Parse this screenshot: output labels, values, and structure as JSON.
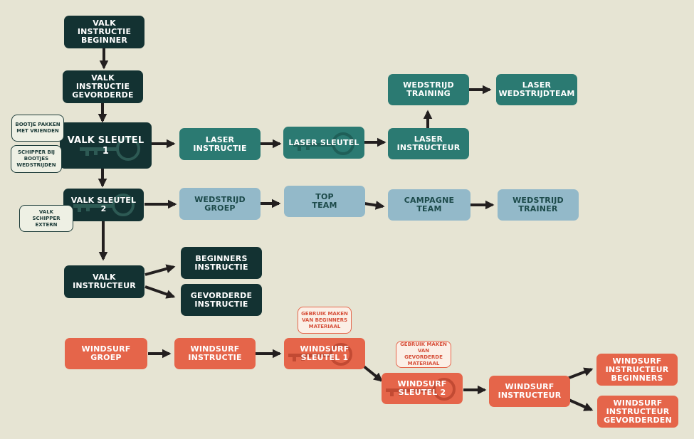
{
  "colors": {
    "background": "#e6e4d3",
    "dark": "#133232",
    "teal": "#2b7a72",
    "light": "#93b9c9",
    "orange": "#e5654a",
    "arrow": "#231f1f"
  },
  "nodes": {
    "valk_instructie_beginner": "VALK INSTRUCTIE\nBEGINNER",
    "valk_instructie_gevorderde": "VALK INSTRUCTIE\nGEVORDERDE",
    "valk_sleutel_1": "VALK SLEUTEL\n1",
    "valk_sleutel_2": "VALK SLEUTEL\n2",
    "valk_instructeur": "VALK\nINSTRUCTEUR",
    "beginners_instructie": "BEGINNERS\nINSTRUCTIE",
    "gevorderde_instructie": "GEVORDERDE\nINSTRUCTIE",
    "laser_instructie": "LASER\nINSTRUCTIE",
    "laser_sleutel": "LASER SLEUTEL",
    "laser_instructeur": "LASER\nINSTRUCTEUR",
    "wedstrijd_training": "WEDSTRIJD\nTRAINING",
    "laser_wedstrijdteam": "LASER\nWEDSTRIJDTEAM",
    "wedstrijd_groep": "WEDSTRIJD\nGROEP",
    "top_team": "TOP\nTEAM",
    "campagne_team": "CAMPAGNE\nTEAM",
    "wedstrijd_trainer": "WEDSTRIJD\nTRAINER",
    "windsurf_groep": "WINDSURF\nGROEP",
    "windsurf_instructie": "WINDSURF\nINSTRUCTIE",
    "windsurf_sleutel_1": "WINDSURF\nSLEUTEL 1",
    "windsurf_sleutel_2": "WINDSURF\nSLEUTEL 2",
    "windsurf_instructeur": "WINDSURF\nINSTRUCTEUR",
    "windsurf_instructeur_beginners": "WINDSURF\nINSTRUCTEUR\nBEGINNERS",
    "windsurf_instructeur_gevorderden": "WINDSURF\nINSTRUCTEUR\nGEVORDERDEN"
  },
  "notes": {
    "bootje_pakken": "BOOTJE PAKKEN\nMET VRIENDEN",
    "schipper_bij_bootjes": "SCHIPPER BIJ\nBOOTJES\nWEDSTRIJDEN",
    "valk_schipper_extern": "VALK\nSCHIPPER\nEXTERN",
    "gebruik_beginners": "GEBRUIK MAKEN\nVAN BEGINNERS\nMATERIAAL",
    "gebruik_gevorderde": "GEBRUIK MAKEN\nVAN GEVORDERDE\nMATERIAAL"
  }
}
